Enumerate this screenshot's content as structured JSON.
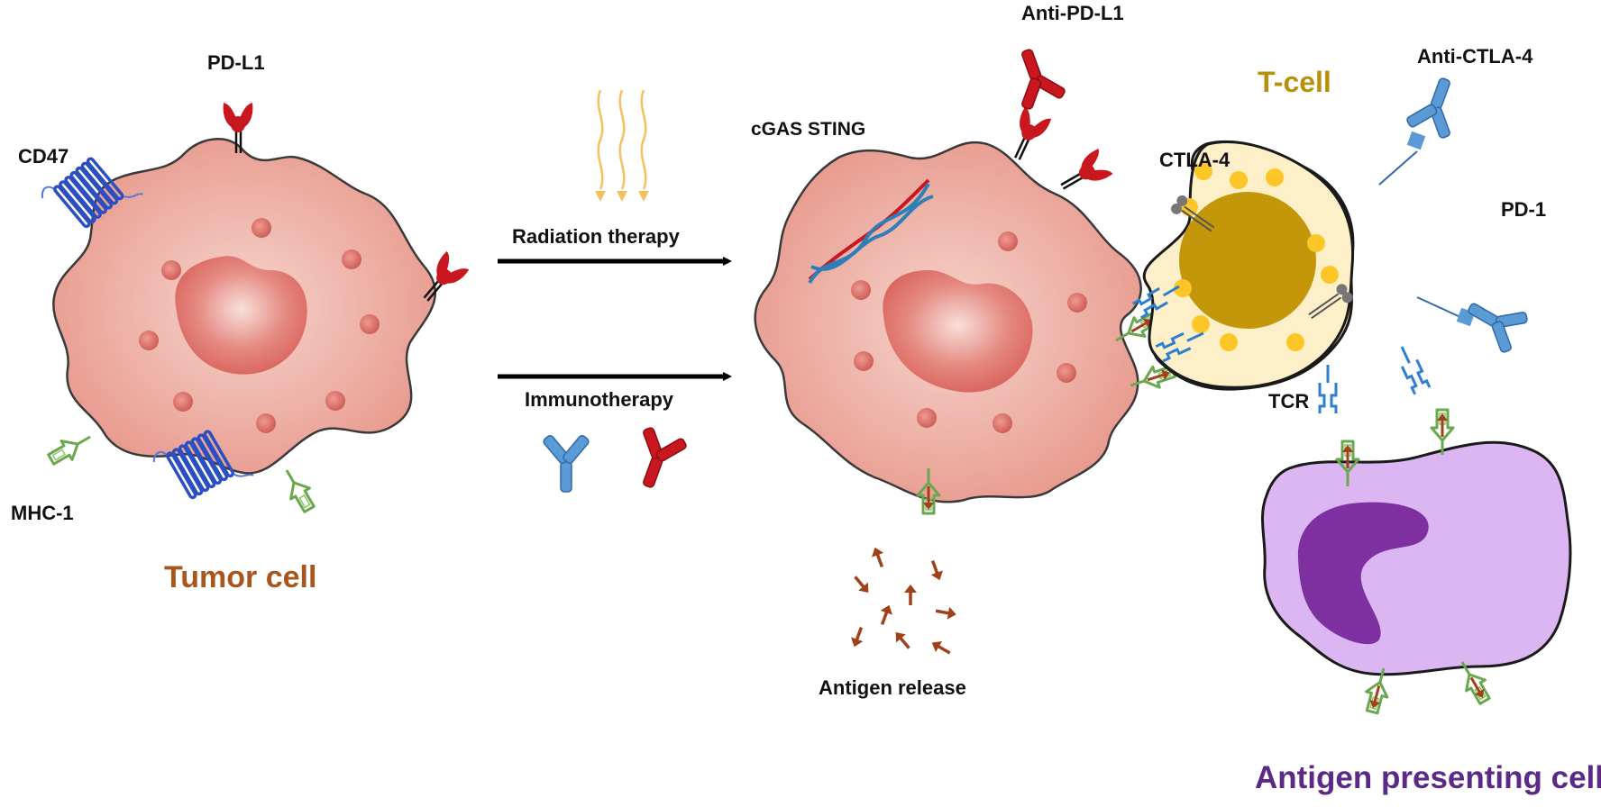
{
  "colors": {
    "tumor_fill": "#e89a8e",
    "tumor_center": "#f6d4cc",
    "nucleus": "#d8605a",
    "granule": "#cf5f58",
    "tcell_fill": "#fdf0c8",
    "tcell_nucleus": "#c4960a",
    "tcell_granule": "#fcc628",
    "apc_fill": "#dcb6f2",
    "apc_nucleus": "#7e2fa0",
    "red_antibody": "#c8171e",
    "blue_antibody": "#4a8ac8",
    "cd47": "#2b4fc0",
    "mhc": "#6aa84f",
    "antigen": "#a0411a",
    "dna_red": "#c8171e",
    "dna_blue": "#2e7fb8",
    "arrow": "#000000",
    "radiation": "#f4c060",
    "tumor_label": "#a8561e",
    "tcell_label": "#b8900a",
    "apc_label": "#5b2a86"
  },
  "labels": {
    "pd_l1": "PD-L1",
    "cd47": "CD47",
    "mhc_1": "MHC-1",
    "tumor_cell": "Tumor cell",
    "radiation_therapy": "Radiation therapy",
    "immunotherapy": "Immunotherapy",
    "cgas_sting": "cGAS STING",
    "anti_pd_l1": "Anti-PD-L1",
    "t_cell": "T-cell",
    "anti_ctla_4": "Anti-CTLA-4",
    "ctla_4": "CTLA-4",
    "pd_1": "PD-1",
    "tcr": "TCR",
    "antigen_release": "Antigen release",
    "antigen_presenting_cell": "Antigen presenting cell"
  },
  "icons": [
    "pd-l1-receptor-icon",
    "cd47-receptor-icon",
    "mhc-1-icon",
    "radiation-waves-icon",
    "antibody-icon",
    "dna-helix-icon",
    "tcr-receptor-icon",
    "antigen-arrow-icon",
    "process-arrow-icon"
  ]
}
